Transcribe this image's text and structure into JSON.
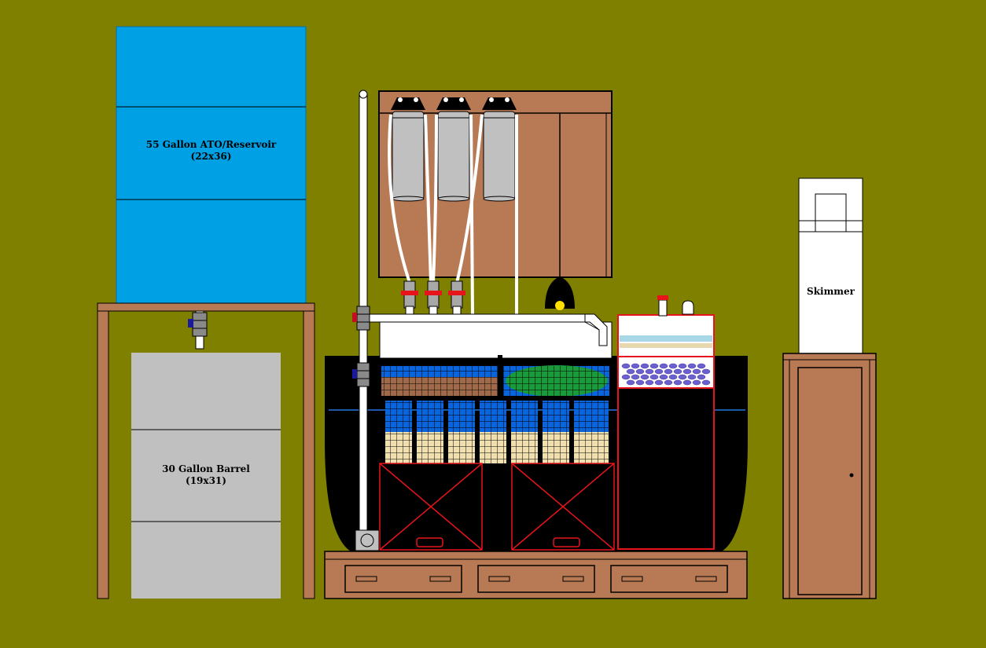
{
  "reservoir": {
    "title": "55 Gallon ATO/Reservoir",
    "size": "(22x36)"
  },
  "barrel": {
    "title": "30 Gallon Barrel",
    "size": "(19x31)"
  },
  "skimmer": {
    "title": "Skimmer"
  },
  "colors": {
    "background": "#7f8000",
    "wood": "#b87a55",
    "reservoir_blue": "#00a0e4",
    "barrel_gray": "#c0c0c0",
    "water_black": "#000000",
    "accent_red": "#e8141c",
    "filter_blue": "#0a64dc"
  }
}
